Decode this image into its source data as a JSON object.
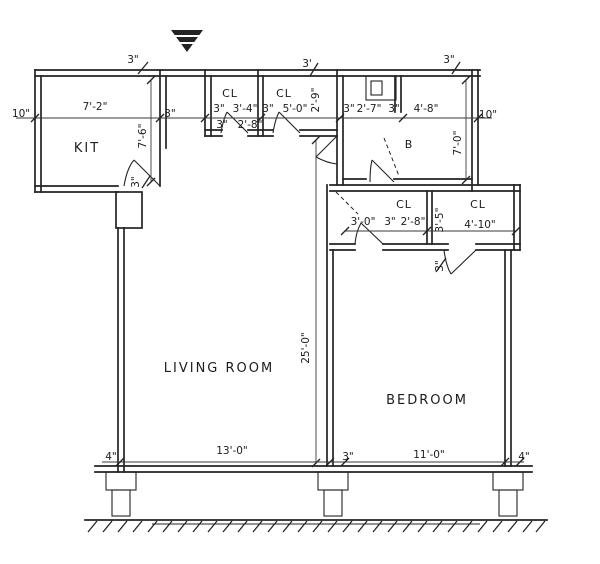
{
  "plan": {
    "title": "apartment-floor-plan"
  },
  "rooms": {
    "kitchen": "KIT",
    "living_room": "LIVING ROOM",
    "bedroom": "BEDROOM",
    "bath": "B",
    "closet": "CL"
  },
  "dims": {
    "d10": "10\"",
    "d7_2": "7'-2\"",
    "d7_6": "7'-6\"",
    "d3in": "3\"",
    "d3ft": "3'",
    "d3_4": "3'-4\"",
    "d2_8": "2'-8\"",
    "d5_0": "5'-0\"",
    "d2_9": "2'-9\"",
    "d2_7": "2'-7\"",
    "d4_8": "4'-8\"",
    "d7_0": "7'-0\"",
    "d3_0": "3'-0\"",
    "d3_5": "3'-5\"",
    "d4_10": "4'-10\"",
    "d25_0": "25'-0\"",
    "d13_0": "13'-0\"",
    "d11_0": "11'-0\"",
    "d4": "4\""
  }
}
